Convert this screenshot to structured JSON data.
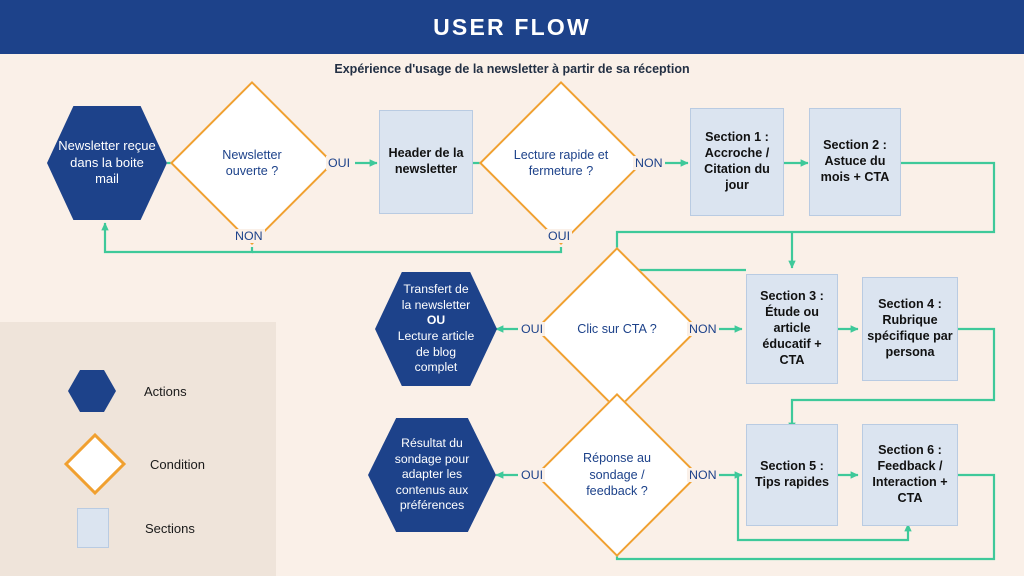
{
  "header": {
    "title": "USER FLOW",
    "subtitle": "Expérience d'usage de la newsletter à partir de sa réception"
  },
  "colors": {
    "header_bg": "#1d428a",
    "page_bg": "#faf0e8",
    "legend_bg": "#efe4da",
    "action_fill": "#1d428a",
    "condition_stroke": "#f0a030",
    "condition_fill": "#ffffff",
    "section_fill": "#dbe4f0",
    "section_stroke": "#b9cbe2",
    "connector": "#3ec99a",
    "label_text": "#1d428a"
  },
  "legend": {
    "items": [
      {
        "shape": "hexagon",
        "label": "Actions"
      },
      {
        "shape": "diamond",
        "label": "Condition"
      },
      {
        "shape": "rectangle",
        "label": "Sections"
      }
    ]
  },
  "nodes": {
    "n1": {
      "type": "action",
      "label": "Newsletter reçue dans la boite mail"
    },
    "n2": {
      "type": "condition",
      "label": "Newsletter ouverte ?"
    },
    "n3": {
      "type": "section",
      "label": "Header de la newsletter"
    },
    "n4": {
      "type": "condition",
      "label": "Lecture rapide et fermeture ?"
    },
    "n5": {
      "type": "section",
      "label": "Section 1 : Accroche / Citation du jour"
    },
    "n6": {
      "type": "section",
      "label": "Section 2 : Astuce du mois + CTA"
    },
    "n7": {
      "type": "action",
      "label": "Transfert de la newsletter OU Lecture article de blog complet",
      "lines": [
        "Transfert de",
        "la newsletter",
        "OU",
        "Lecture article",
        "de blog",
        "complet"
      ],
      "bold_line": "OU"
    },
    "n8": {
      "type": "condition",
      "label": "Clic sur CTA ?"
    },
    "n9": {
      "type": "section",
      "label": "Section 3 : Étude ou article éducatif + CTA"
    },
    "n10": {
      "type": "section",
      "label": "Section 4 : Rubrique spécifique par persona"
    },
    "n11": {
      "type": "action",
      "label": "Résultat du sondage pour adapter les contenus aux préférences"
    },
    "n12": {
      "type": "condition",
      "label": "Réponse au sondage / feedback ?"
    },
    "n13": {
      "type": "section",
      "label": "Section 5 : Tips rapides"
    },
    "n14": {
      "type": "section",
      "label": "Section 6 : Feedback / Interaction + CTA"
    }
  },
  "edge_labels": {
    "e1": "OUI",
    "e2": "NON",
    "e3": "NON",
    "e4": "OUI",
    "e5": "OUI",
    "e6": "NON",
    "e7": "OUI",
    "e8": "NON"
  }
}
